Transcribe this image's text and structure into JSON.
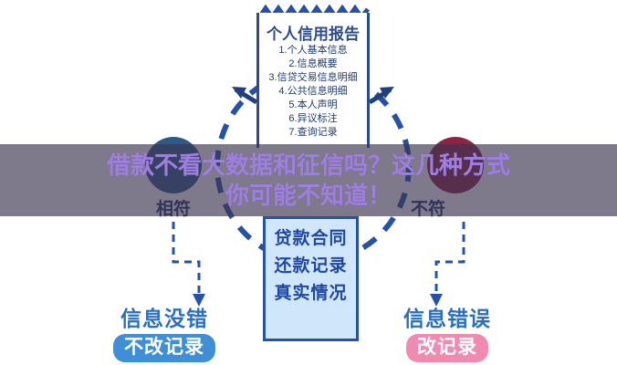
{
  "overlay": {
    "line1": "借款不看大数据和征信吗？这几种方式",
    "line2": "你可能不知道！",
    "band_color": "#3c3450",
    "text_color": "#9e7fe0"
  },
  "report_card": {
    "title": "个人信用报告",
    "items": [
      "1.个人基本信息",
      "2.信息概要",
      "3.信贷交易信息明细",
      "4.公共信息明细",
      "5.本人声明",
      "6.异议标注",
      "7.查询记录"
    ],
    "border_color": "#2a4b8d",
    "title_color": "#2a4b8d"
  },
  "circles": {
    "left": {
      "label": "相符",
      "color": "#2e5b86"
    },
    "right": {
      "label": "不符",
      "color": "#8e2346"
    }
  },
  "blue_card": {
    "lines": [
      "贷款合同",
      "还款记录",
      "真实情况"
    ],
    "fill_color": "#cfe6fb",
    "border_color": "#2552a8",
    "text_color": "#1f47a8"
  },
  "outcomes": {
    "left": {
      "heading": "信息没错",
      "pill": "不改记录",
      "pill_color": "#3f8fd6"
    },
    "right": {
      "heading": "信息错误",
      "pill": "改记录",
      "pill_color": "#f08ab0"
    }
  },
  "icons": {
    "arrow_down_left": "arrow-down-icon",
    "arrow_down_right": "arrow-down-icon",
    "arrow_left": "arrow-left-icon",
    "arrow_right": "arrow-right-icon"
  }
}
